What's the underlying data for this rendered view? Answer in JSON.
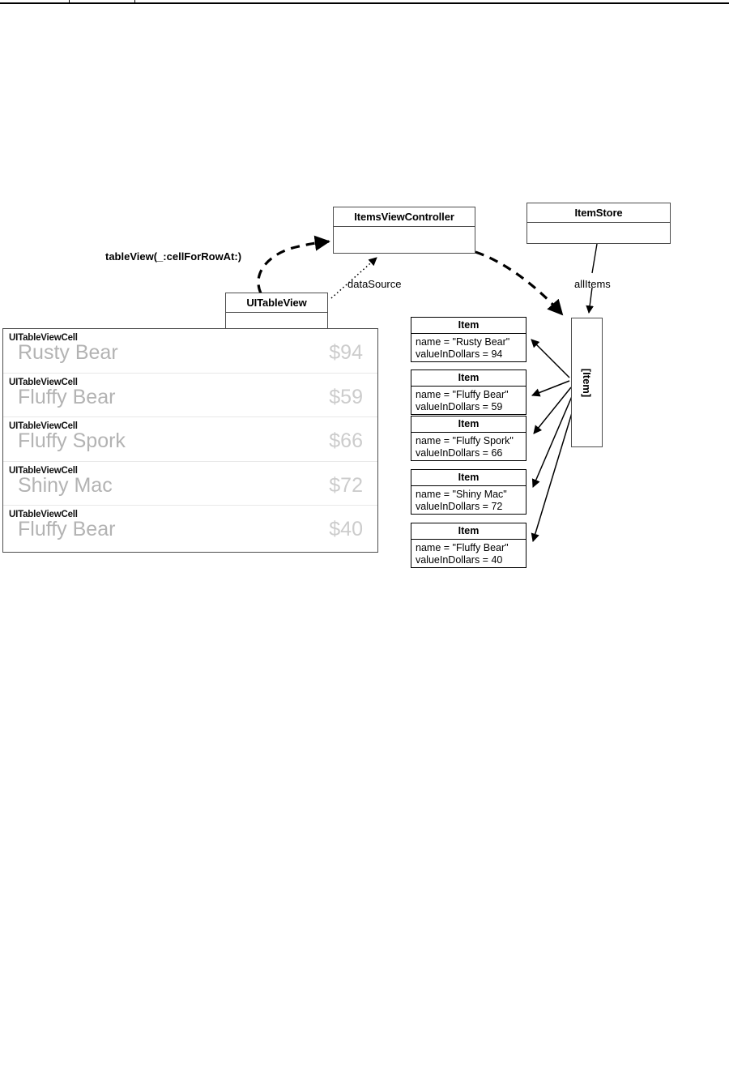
{
  "diagram": {
    "title": "UITableView data source object diagram",
    "classes": [
      {
        "id": "items-view-controller",
        "name": "ItemsViewController"
      },
      {
        "id": "item-store",
        "name": "ItemStore"
      },
      {
        "id": "ui-table-view",
        "name": "UITableView"
      }
    ],
    "array_box": {
      "id": "item-array",
      "label": "[Item]"
    },
    "edge_labels": [
      {
        "id": "table-view-cell-for-row-at",
        "text": "tableView(_:cellForRowAt:)",
        "bold": true
      },
      {
        "id": "data-source",
        "text": "dataSource",
        "bold": false
      },
      {
        "id": "all-items",
        "text": "allItems",
        "bold": false
      }
    ],
    "objects": [
      {
        "id": "item-rusty-bear",
        "title": "Item",
        "attrs": [
          "name = \"Rusty Bear\"",
          "valueInDollars = 94"
        ]
      },
      {
        "id": "item-fluffy-bear-59",
        "title": "Item",
        "attrs": [
          "name = \"Fluffy Bear\"",
          "valueInDollars = 59"
        ]
      },
      {
        "id": "item-fluffy-spork",
        "title": "Item",
        "attrs": [
          "name = \"Fluffy Spork\"",
          "valueInDollars = 66"
        ]
      },
      {
        "id": "item-shiny-mac",
        "title": "Item",
        "attrs": [
          "name = \"Shiny Mac\"",
          "valueInDollars = 72"
        ]
      },
      {
        "id": "item-fluffy-bear-40",
        "title": "Item",
        "attrs": [
          "name = \"Fluffy Bear\"",
          "valueInDollars = 40"
        ]
      }
    ],
    "table_view": {
      "cell_class_label": "UITableViewCell",
      "cells": [
        {
          "name": "Rusty Bear",
          "price": "$94"
        },
        {
          "name": "Fluffy Bear",
          "price": "$59"
        },
        {
          "name": "Fluffy Spork",
          "price": "$66"
        },
        {
          "name": "Shiny Mac",
          "price": "$72"
        },
        {
          "name": "Fluffy Bear",
          "price": "$40"
        }
      ]
    },
    "colors": {
      "box_stroke": "#4d4d4d",
      "object_stroke": "#000000",
      "cell_name_text": "#b3b3b3",
      "cell_price_text": "#cccccc",
      "cell_divider": "#e8e8e8",
      "background": "#ffffff"
    }
  }
}
